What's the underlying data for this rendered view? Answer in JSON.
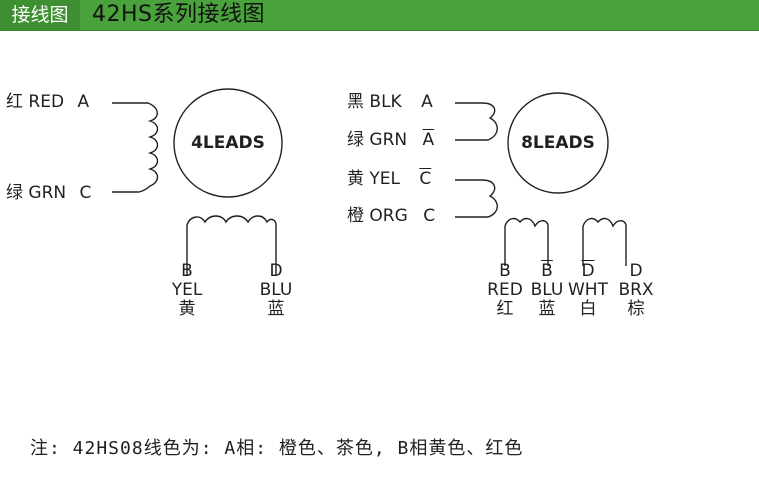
{
  "header": {
    "tab_label": "接线图",
    "title": "42HS系列接线图"
  },
  "four_lead": {
    "motor_label": "4LEADS",
    "wires_left": [
      {
        "zh": "红",
        "color": "RED",
        "terminal": "A"
      },
      {
        "zh": "绿",
        "color": "GRN",
        "terminal": "C"
      }
    ],
    "wires_bottom": [
      {
        "terminal": "B",
        "color": "YEL",
        "zh": "黄"
      },
      {
        "terminal": "D",
        "color": "BLU",
        "zh": "蓝"
      }
    ]
  },
  "eight_lead": {
    "motor_label": "8LEADS",
    "wires_left": [
      {
        "zh": "黑",
        "color": "BLK",
        "terminal": "A",
        "bar": false
      },
      {
        "zh": "绿",
        "color": "GRN",
        "terminal": "A",
        "bar": true
      },
      {
        "zh": "黄",
        "color": "YEL",
        "terminal": "C",
        "bar": true
      },
      {
        "zh": "橙",
        "color": "ORG",
        "terminal": "C",
        "bar": false
      }
    ],
    "wires_bottom": [
      {
        "terminal": "B",
        "color": "RED",
        "zh": "红",
        "bar": false
      },
      {
        "terminal": "B",
        "color": "BLU",
        "zh": "蓝",
        "bar": true
      },
      {
        "terminal": "D",
        "color": "WHT",
        "zh": "白",
        "bar": true
      },
      {
        "terminal": "D",
        "color": "BRX",
        "zh": "棕",
        "bar": false
      }
    ]
  },
  "note": "注: 42HS08线色为: A相: 橙色、茶色, B相黄色、红色",
  "colors": {
    "header_green": "#4aa23c",
    "header_tab_green": "#3e8f32",
    "line": "#231f20"
  }
}
